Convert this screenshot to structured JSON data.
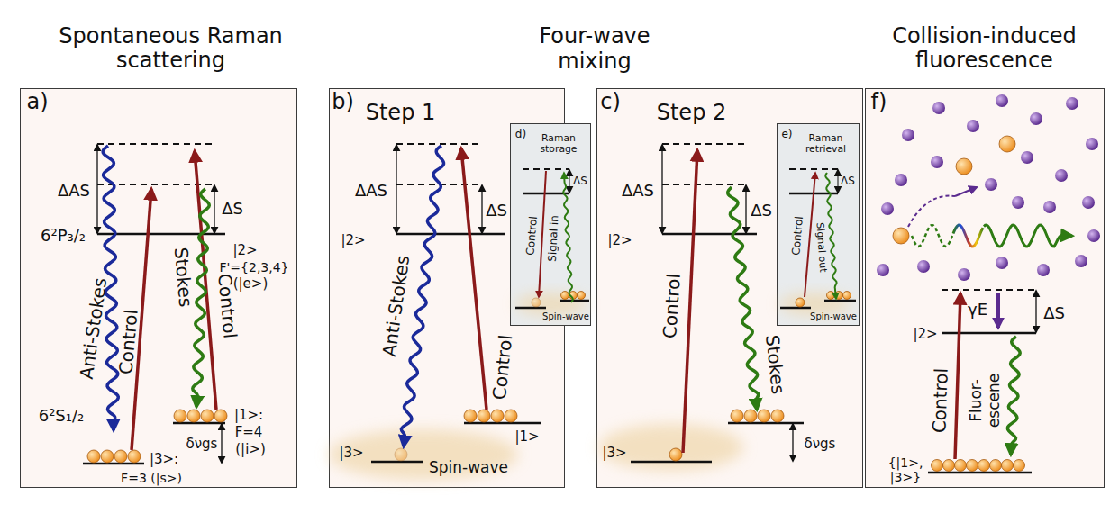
{
  "diagram": {
    "nodes": [
      {
        "text": [
          "Spontaneous Raman scattering",
          "a)"
        ]
      },
      {
        "text": [
          "b)",
          "Step 1"
        ]
      },
      {
        "text": [
          "d)",
          "Raman storage"
        ]
      },
      {
        "text": [
          "c)",
          "Step 2"
        ]
      },
      {
        "text": [
          "e)",
          "Raman retrieval"
        ],
        "in": 3
      },
      {
        "text": [
          "Collision-induced fluorescence",
          "f)"
        ]
      }
    ],
    "labels": [
      "Four-wave mixing",
      "ΔAS",
      "ΔS",
      "6²P₃/₂",
      "|2>",
      "F'={2,3,4}",
      "(|e>)",
      "Anti-Stokes",
      "Control",
      "Stokes",
      "Control",
      "6²S₁/₂",
      "|3>:",
      "F=3 (|s>)",
      "|1>:",
      "F=4",
      "(|i>)",
      "δνgs",
      "ΔAS",
      "ΔS",
      "|2>",
      "Anti-Stokes",
      "Control",
      "|3>",
      "Spin-wave",
      "|1>",
      "ΔS",
      "Control",
      "Signal in",
      "Spin-wave",
      "ΔAS",
      "ΔS",
      "|2>",
      "Control",
      "Stokes",
      "|3>",
      "δνgs",
      "ΔS",
      "Control",
      "Signal out",
      "Spin-wave",
      "γE",
      "ΔS",
      "|2>",
      "Control",
      "Fluor- escene",
      "{|1>, |3>}"
    ]
  }
}
